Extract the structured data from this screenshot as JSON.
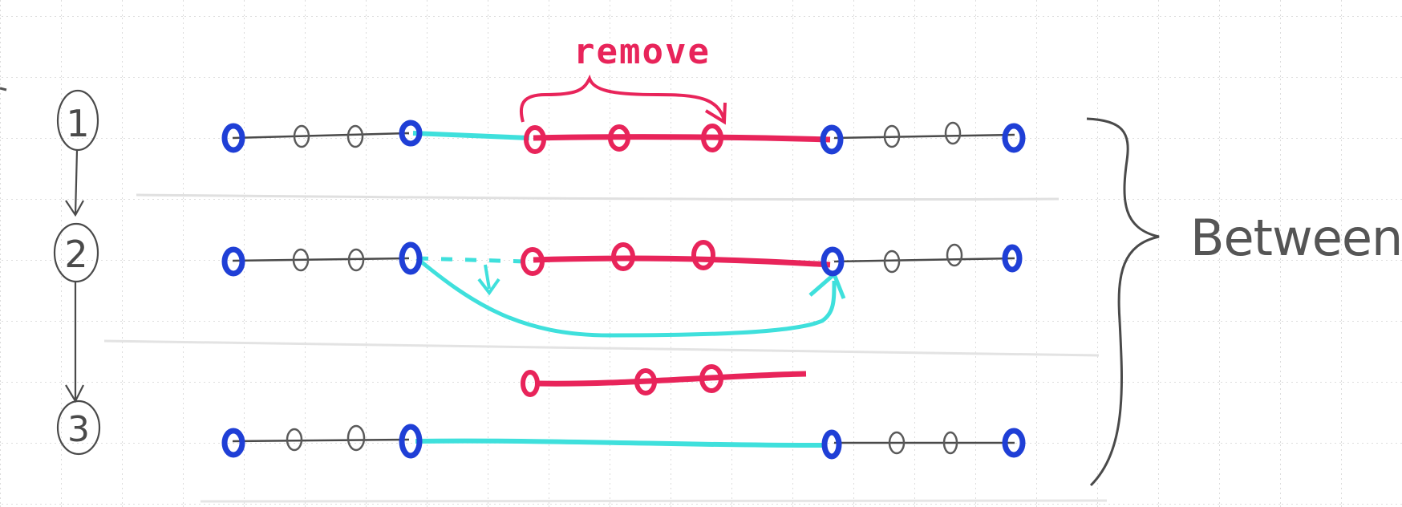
{
  "labels": {
    "remove": "remove",
    "between": "Between",
    "step_1": "1",
    "step_2": "2",
    "step_3": "3"
  },
  "colors": {
    "background": "#ffffff",
    "grid": "#c9c9c9",
    "ink": "#4a4a4a",
    "node_end": "#1f3fd6",
    "node_inner": "#5a5a5a",
    "removed": "#e8245a",
    "link": "#3fe0dc"
  }
}
